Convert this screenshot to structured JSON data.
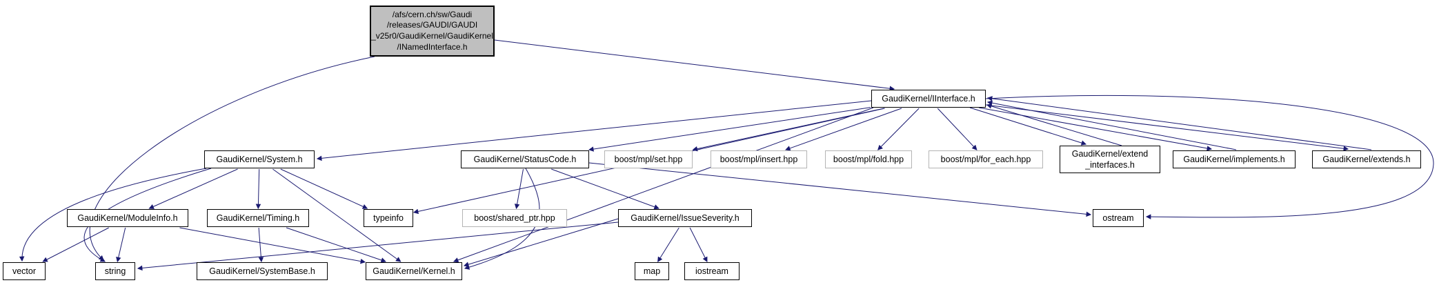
{
  "diagram": {
    "kind": "doxygen-include-dependency-graph",
    "edge_color": "#191970",
    "main_node_fill": "#bfbfbf",
    "nodes": [
      {
        "id": "inamedinterface",
        "kind": "main",
        "lines": [
          "/afs/cern.ch/sw/Gaudi",
          "/releases/GAUDI/GAUDI",
          "_v25r0/GaudiKernel/GaudiKernel",
          "/INamedInterface.h"
        ]
      },
      {
        "id": "iinterface",
        "kind": "internal",
        "lines": [
          "GaudiKernel/IInterface.h"
        ]
      },
      {
        "id": "system",
        "kind": "internal",
        "lines": [
          "GaudiKernel/System.h"
        ]
      },
      {
        "id": "statuscode",
        "kind": "internal",
        "lines": [
          "GaudiKernel/StatusCode.h"
        ]
      },
      {
        "id": "mplset",
        "kind": "external",
        "lines": [
          "boost/mpl/set.hpp"
        ]
      },
      {
        "id": "mplinsert",
        "kind": "external",
        "lines": [
          "boost/mpl/insert.hpp"
        ]
      },
      {
        "id": "mplfold",
        "kind": "external",
        "lines": [
          "boost/mpl/fold.hpp"
        ]
      },
      {
        "id": "mplforeach",
        "kind": "external",
        "lines": [
          "boost/mpl/for_each.hpp"
        ]
      },
      {
        "id": "extendinterfaces",
        "kind": "internal",
        "lines": [
          "GaudiKernel/extend",
          "_interfaces.h"
        ]
      },
      {
        "id": "implements",
        "kind": "internal",
        "lines": [
          "GaudiKernel/implements.h"
        ]
      },
      {
        "id": "extends",
        "kind": "internal",
        "lines": [
          "GaudiKernel/extends.h"
        ]
      },
      {
        "id": "moduleinfo",
        "kind": "internal",
        "lines": [
          "GaudiKernel/ModuleInfo.h"
        ]
      },
      {
        "id": "timing",
        "kind": "internal",
        "lines": [
          "GaudiKernel/Timing.h"
        ]
      },
      {
        "id": "typeinfo",
        "kind": "internal",
        "lines": [
          "typeinfo"
        ]
      },
      {
        "id": "sharedptr",
        "kind": "external",
        "lines": [
          "boost/shared_ptr.hpp"
        ]
      },
      {
        "id": "issueseverity",
        "kind": "internal",
        "lines": [
          "GaudiKernel/IssueSeverity.h"
        ]
      },
      {
        "id": "ostream",
        "kind": "internal",
        "lines": [
          "ostream"
        ]
      },
      {
        "id": "vector",
        "kind": "internal",
        "lines": [
          "vector"
        ]
      },
      {
        "id": "string",
        "kind": "internal",
        "lines": [
          "string"
        ]
      },
      {
        "id": "systembase",
        "kind": "internal",
        "lines": [
          "GaudiKernel/SystemBase.h"
        ]
      },
      {
        "id": "kernel",
        "kind": "internal",
        "lines": [
          "GaudiKernel/Kernel.h"
        ]
      },
      {
        "id": "map",
        "kind": "internal",
        "lines": [
          "map"
        ]
      },
      {
        "id": "iostream",
        "kind": "internal",
        "lines": [
          "iostream"
        ]
      }
    ],
    "edges": [
      [
        "inamedinterface",
        "iinterface"
      ],
      [
        "inamedinterface",
        "string"
      ],
      [
        "iinterface",
        "system"
      ],
      [
        "iinterface",
        "statuscode"
      ],
      [
        "iinterface",
        "mplset"
      ],
      [
        "iinterface",
        "mplinsert"
      ],
      [
        "iinterface",
        "mplfold"
      ],
      [
        "iinterface",
        "mplforeach"
      ],
      [
        "iinterface",
        "extendinterfaces"
      ],
      [
        "extendinterfaces",
        "iinterface"
      ],
      [
        "iinterface",
        "implements"
      ],
      [
        "implements",
        "iinterface"
      ],
      [
        "iinterface",
        "extends"
      ],
      [
        "extends",
        "iinterface"
      ],
      [
        "iinterface",
        "typeinfo"
      ],
      [
        "iinterface",
        "kernel"
      ],
      [
        "iinterface",
        "ostream"
      ],
      [
        "system",
        "moduleinfo"
      ],
      [
        "system",
        "timing"
      ],
      [
        "system",
        "typeinfo"
      ],
      [
        "system",
        "kernel"
      ],
      [
        "system",
        "vector"
      ],
      [
        "system",
        "string"
      ],
      [
        "moduleinfo",
        "vector"
      ],
      [
        "moduleinfo",
        "string"
      ],
      [
        "moduleinfo",
        "kernel"
      ],
      [
        "timing",
        "systembase"
      ],
      [
        "timing",
        "kernel"
      ],
      [
        "statuscode",
        "sharedptr"
      ],
      [
        "statuscode",
        "issueseverity"
      ],
      [
        "statuscode",
        "kernel"
      ],
      [
        "statuscode",
        "ostream"
      ],
      [
        "issueseverity",
        "map"
      ],
      [
        "issueseverity",
        "iostream"
      ],
      [
        "issueseverity",
        "string"
      ],
      [
        "issueseverity",
        "kernel"
      ]
    ]
  }
}
